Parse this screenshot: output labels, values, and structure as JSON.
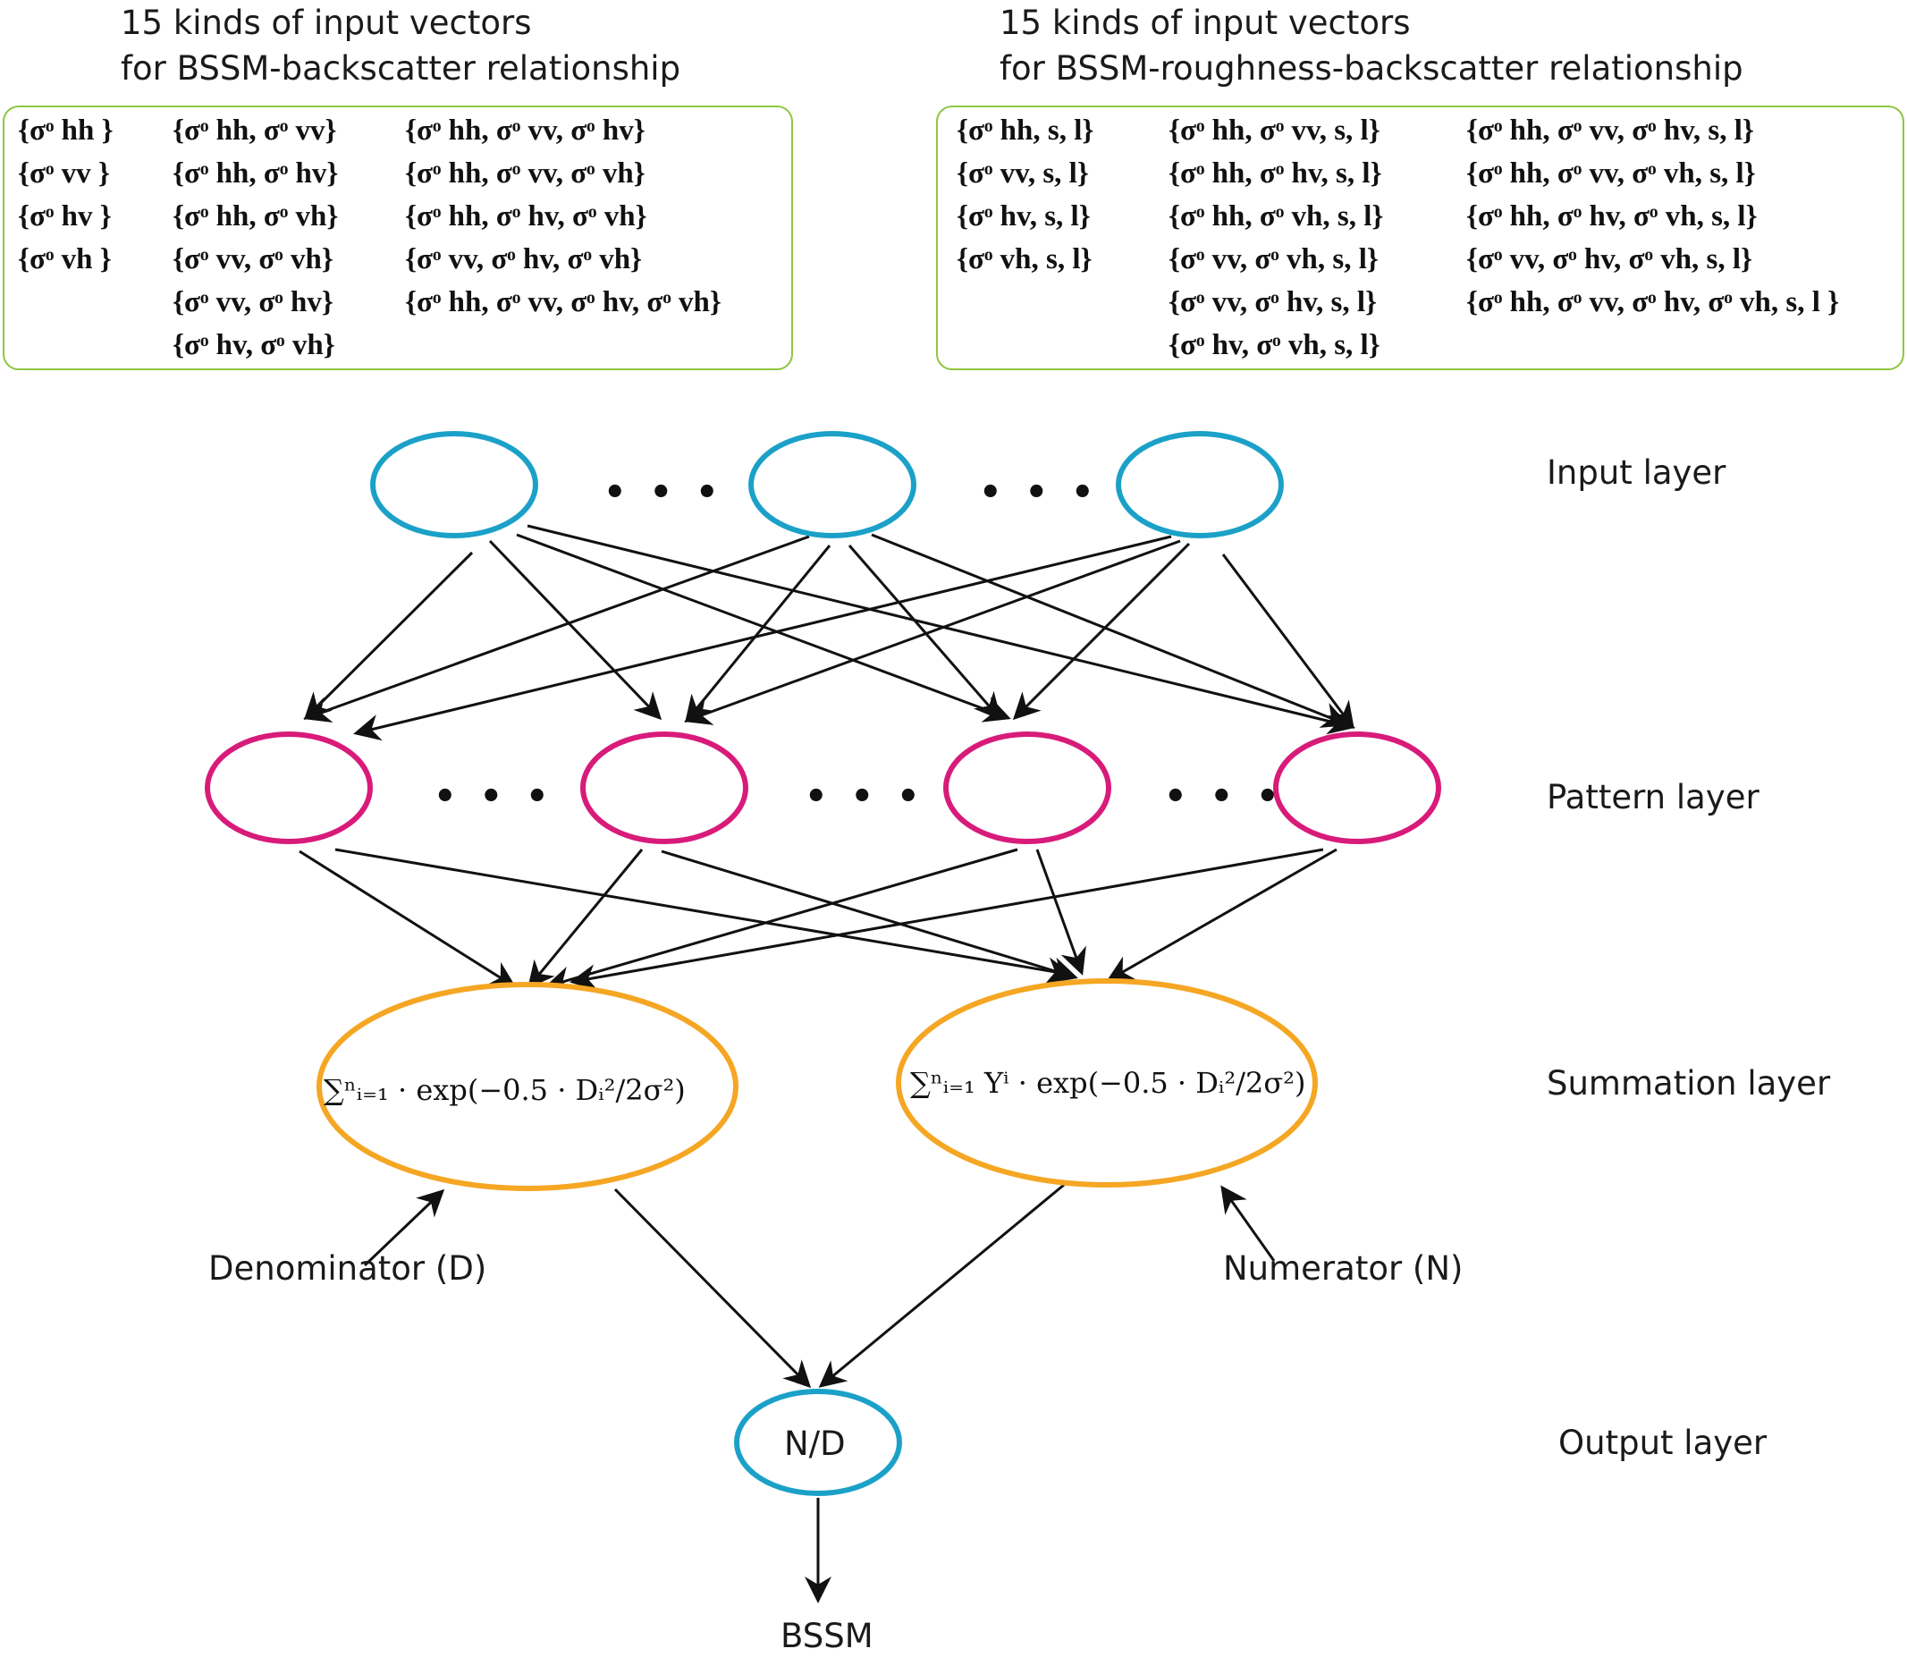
{
  "left_panel": {
    "title_line1": "15 kinds of input vectors",
    "title_line2": "for BSSM-backscatter relationship",
    "columns": [
      [
        "{σᵒ hh }",
        "{σᵒ vv }",
        "{σᵒ hv }",
        "{σᵒ vh }"
      ],
      [
        "{σᵒ hh, σᵒ vv}",
        "{σᵒ hh, σᵒ hv}",
        "{σᵒ hh, σᵒ vh}",
        "{σᵒ vv, σᵒ vh}",
        "{σᵒ vv, σᵒ hv}",
        "{σᵒ hv, σᵒ vh}"
      ],
      [
        "{σᵒ hh, σᵒ vv, σᵒ hv}",
        "{σᵒ hh, σᵒ vv, σᵒ vh}",
        "{σᵒ hh, σᵒ hv, σᵒ vh}",
        "{σᵒ vv, σᵒ hv, σᵒ vh}",
        "{σᵒ hh, σᵒ vv, σᵒ hv, σᵒ vh}"
      ]
    ]
  },
  "right_panel": {
    "title_line1": "15 kinds of input vectors",
    "title_line2": "for BSSM-roughness-backscatter relationship",
    "columns": [
      [
        "{σᵒ hh, s, l}",
        "{σᵒ vv, s, l}",
        "{σᵒ hv, s, l}",
        "{σᵒ vh, s, l}"
      ],
      [
        "{σᵒ hh, σᵒ vv, s, l}",
        "{σᵒ hh, σᵒ hv, s, l}",
        "{σᵒ hh, σᵒ vh, s, l}",
        "{σᵒ vv, σᵒ vh, s, l}",
        "{σᵒ vv, σᵒ hv, s, l}",
        "{σᵒ hv, σᵒ vh, s, l}"
      ],
      [
        "{σᵒ hh, σᵒ vv, σᵒ hv, s, l}",
        "{σᵒ hh, σᵒ vv, σᵒ vh, s, l}",
        "{σᵒ hh, σᵒ hv, σᵒ vh, s, l}",
        "{σᵒ vv, σᵒ hv, σᵒ vh, s, l}",
        "{σᵒ hh, σᵒ vv, σᵒ hv, σᵒ vh, s, l }"
      ]
    ]
  },
  "layers": {
    "input": "Input layer",
    "pattern": "Pattern layer",
    "summation": "Summation layer",
    "output": "Output layer"
  },
  "ellipsis": "• • •",
  "summation": {
    "denominator_formula": "∑ⁿᵢ₌₁ · exp(−0.5 · Dᵢ²/2σ²)",
    "numerator_formula": "∑ⁿᵢ₌₁ Yⁱ · exp(−0.5 · Dᵢ²/2σ²)",
    "denominator_label": "Denominator (D)",
    "numerator_label": "Numerator (N)"
  },
  "output_node": "N/D",
  "output_label": "BSSM",
  "colors": {
    "box_border": "#8dc63f",
    "input_node": "#1ba1c8",
    "pattern_node": "#d81b7a",
    "summation_node": "#f5a623",
    "output_node": "#1ba1c8",
    "arrow": "#111111"
  }
}
